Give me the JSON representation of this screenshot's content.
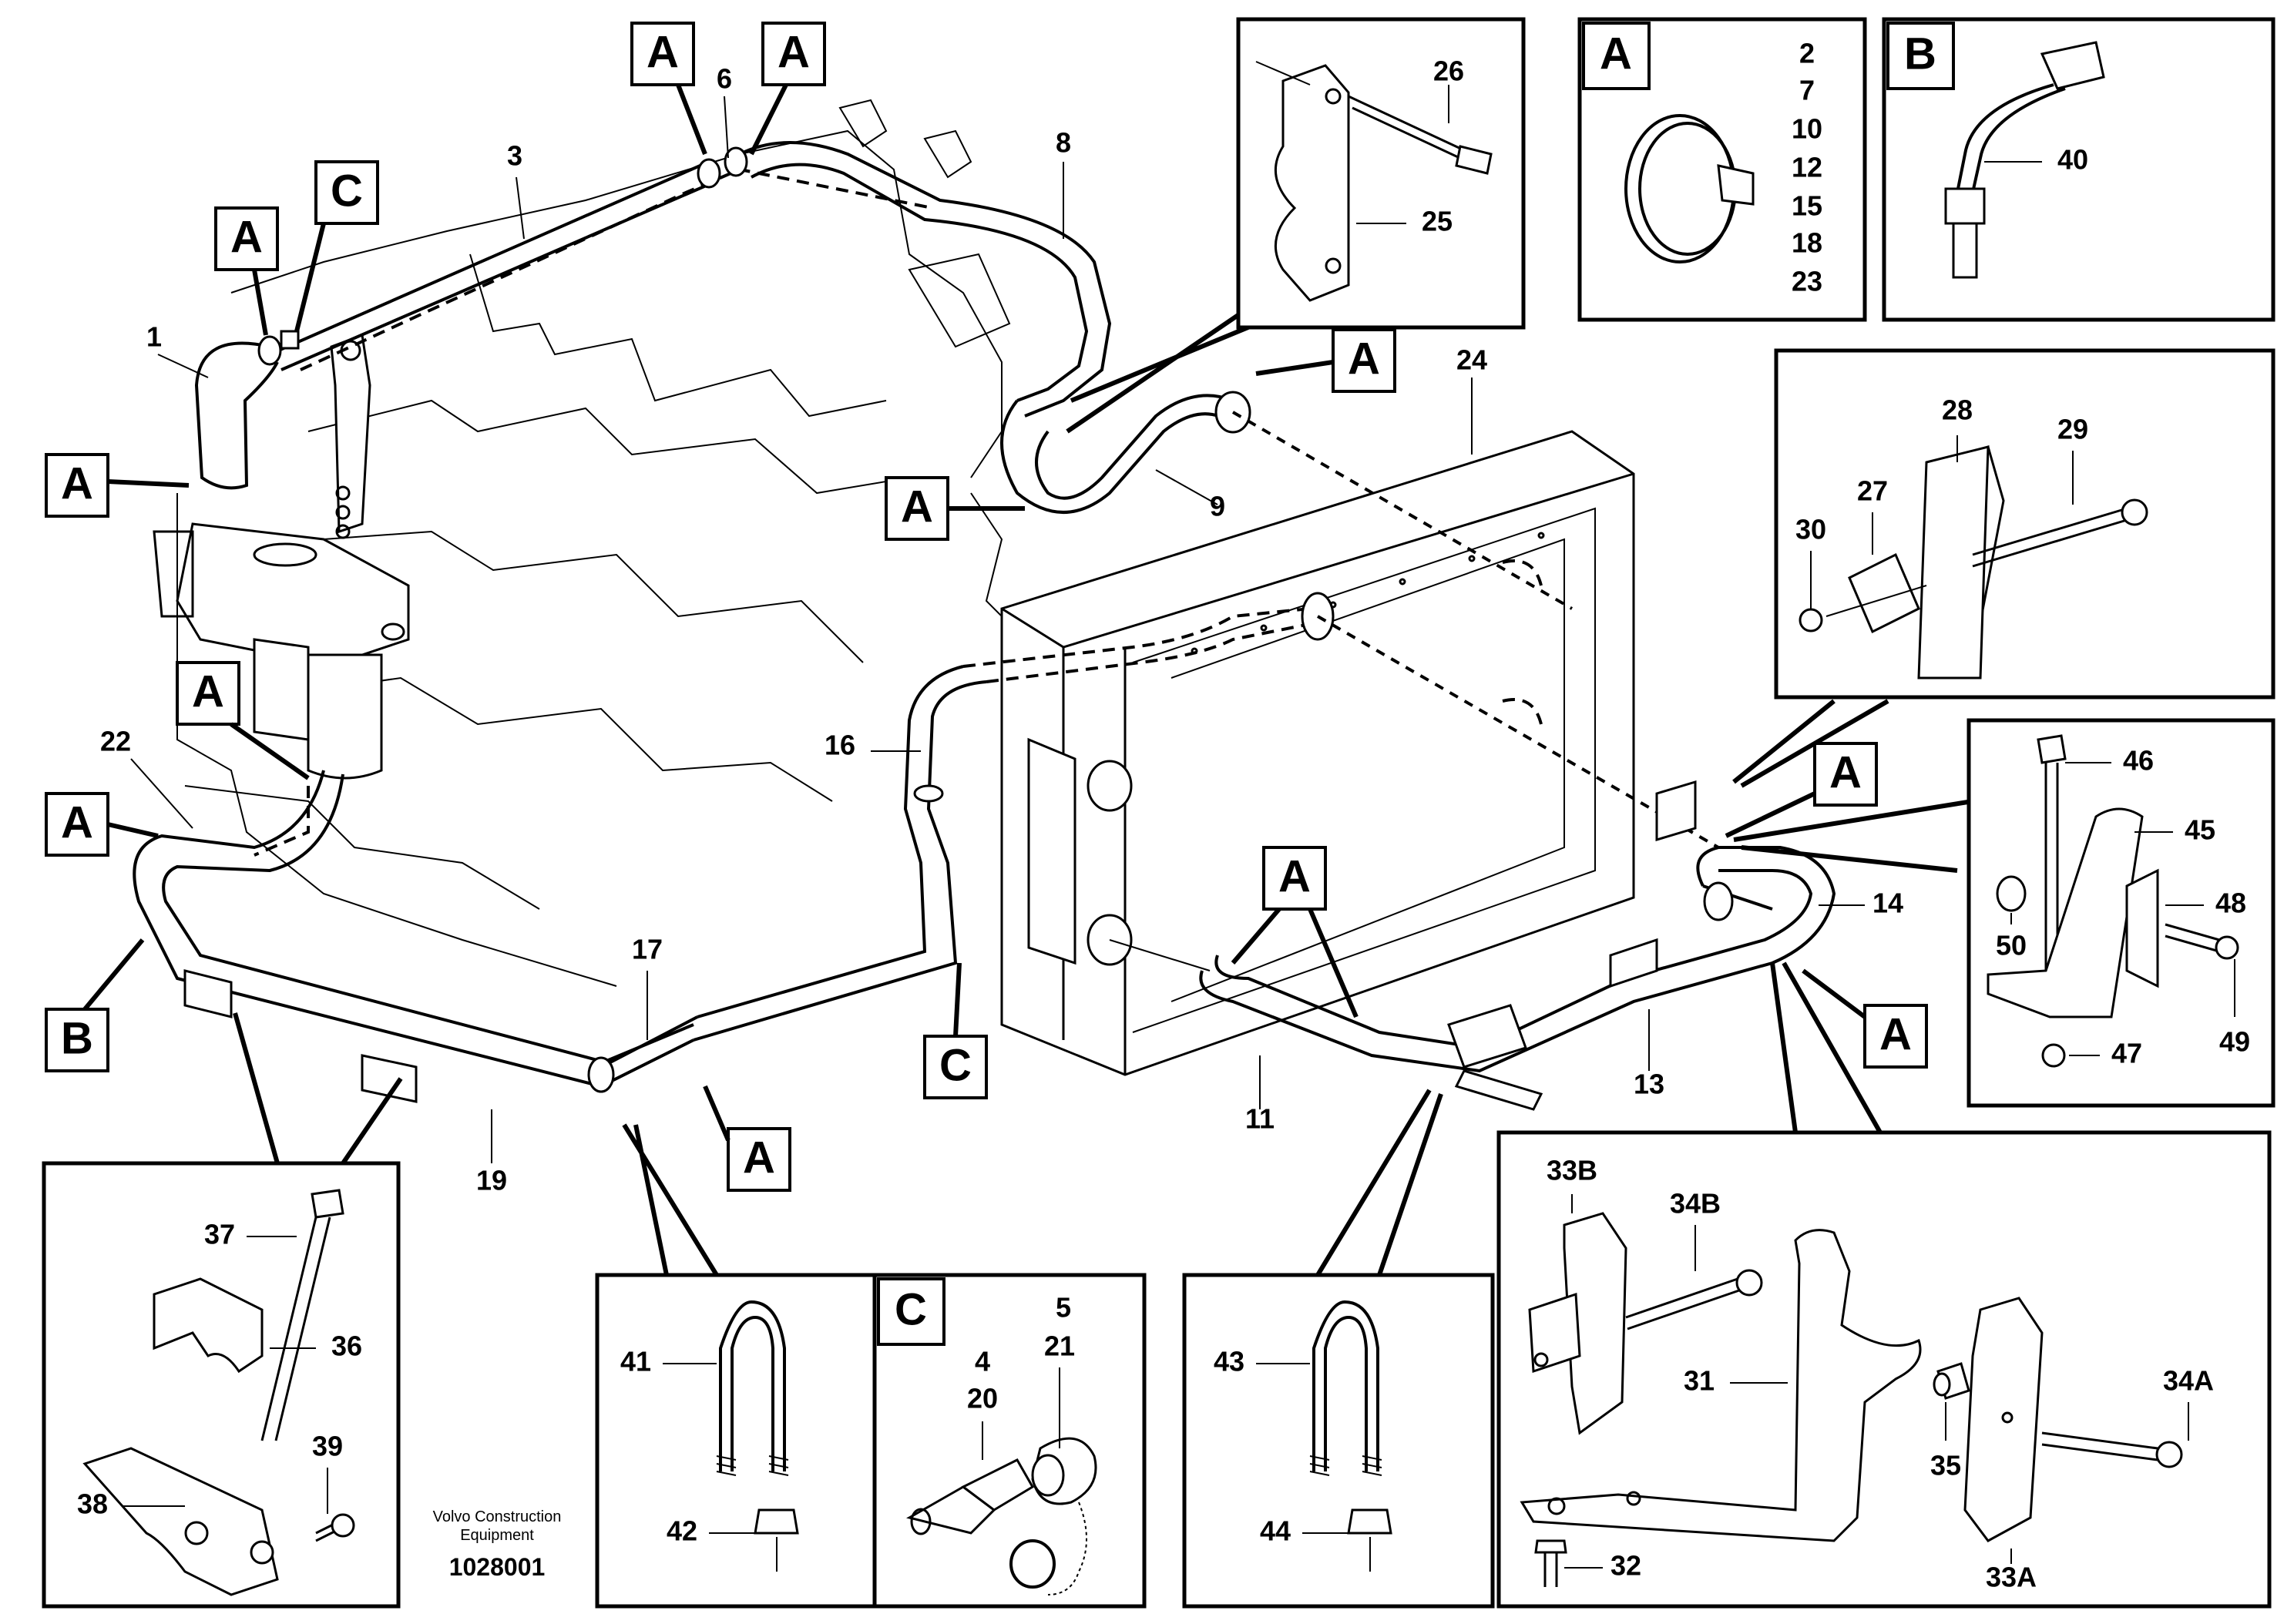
{
  "callouts": {
    "c1": "1",
    "c3": "3",
    "c6": "6",
    "c8": "8",
    "c9": "9",
    "c11": "11",
    "c13": "13",
    "c14": "14",
    "c16": "16",
    "c17": "17",
    "c19": "19",
    "c22": "22",
    "c24": "24",
    "c25": "25",
    "c26": "26",
    "c27": "27",
    "c28": "28",
    "c29": "29",
    "c30": "30",
    "c40": "40",
    "c45": "45",
    "c46": "46",
    "c47": "47",
    "c48": "48",
    "c49": "49",
    "c50": "50",
    "c37": "37",
    "c36": "36",
    "c38": "38",
    "c39": "39",
    "c41": "41",
    "c42": "42",
    "c4": "4",
    "c5": "5",
    "c20": "20",
    "c21": "21",
    "c43": "43",
    "c44": "44",
    "c31": "31",
    "c32": "32",
    "c33A": "33A",
    "c33B": "33B",
    "c34A": "34A",
    "c34B": "34B",
    "c35": "35"
  },
  "detail_A_list": [
    "2",
    "7",
    "10",
    "12",
    "15",
    "18",
    "23"
  ],
  "tags": {
    "A": "A",
    "B": "B",
    "C": "C"
  },
  "footer": {
    "company_line1": "Volvo Construction",
    "company_line2": "Equipment",
    "drawing_id": "1028001"
  }
}
